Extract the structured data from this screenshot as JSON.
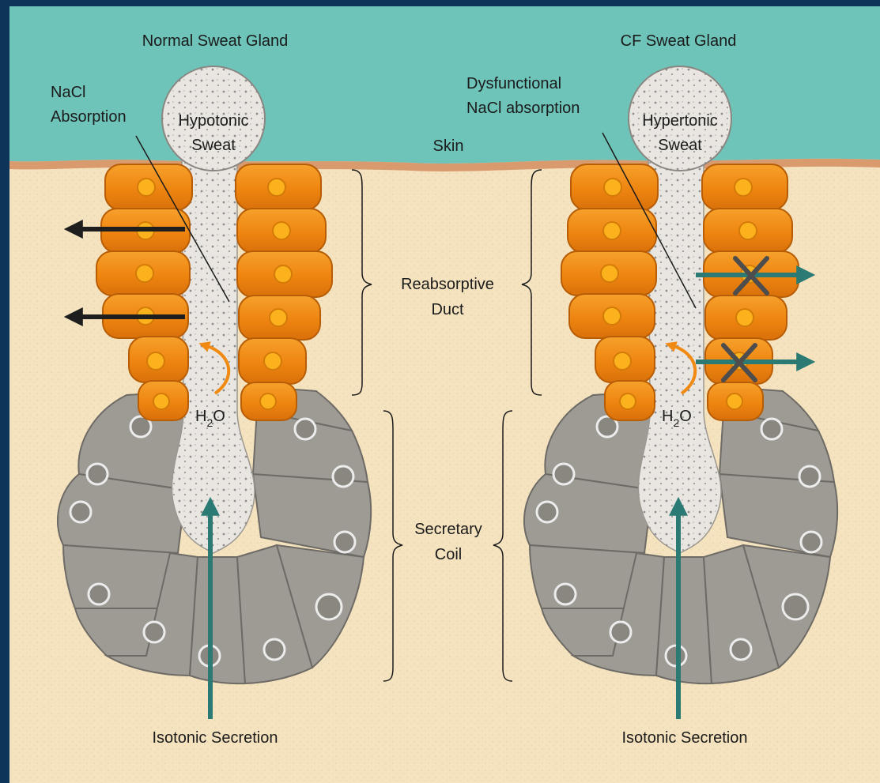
{
  "titles": {
    "normal": "Normal Sweat Gland",
    "cf": "CF Sweat Gland"
  },
  "labels": {
    "nacl_absorption": [
      "NaCl",
      "Absorption"
    ],
    "dysfunctional": [
      "Dysfunctional",
      "NaCl absorption"
    ],
    "hypotonic": [
      "Hypotonic",
      "Sweat"
    ],
    "hypertonic": [
      "Hypertonic",
      "Sweat"
    ],
    "skin": "Skin",
    "reabsorptive_duct": [
      "Reabsorptive",
      "Duct"
    ],
    "secretary_coil": [
      "Secretary",
      "Coil"
    ],
    "h2o": "H",
    "h2o_sub": "2",
    "h2o_tail": "O",
    "isotonic_left": "Isotonic Secretion",
    "isotonic_right": "Isotonic Secretion"
  },
  "colors": {
    "background_frame": "#0d3559",
    "skin_layer": "#6fc4ba",
    "skin_edge": "#d99a6e",
    "tissue": "#f5e3bf",
    "duct_cell": "#f08a12",
    "coil_cell": "#9e9b95",
    "secretion_arrow": "#2c7a74",
    "absorption_arrow": "#1e1e1e",
    "water_arrow": "#f08a12",
    "block_x": "#4d4d4d"
  },
  "icons": [
    "nacl-absorption-arrow",
    "blocked-transport-x-icon",
    "water-flow-arrow",
    "secretion-arrow"
  ]
}
